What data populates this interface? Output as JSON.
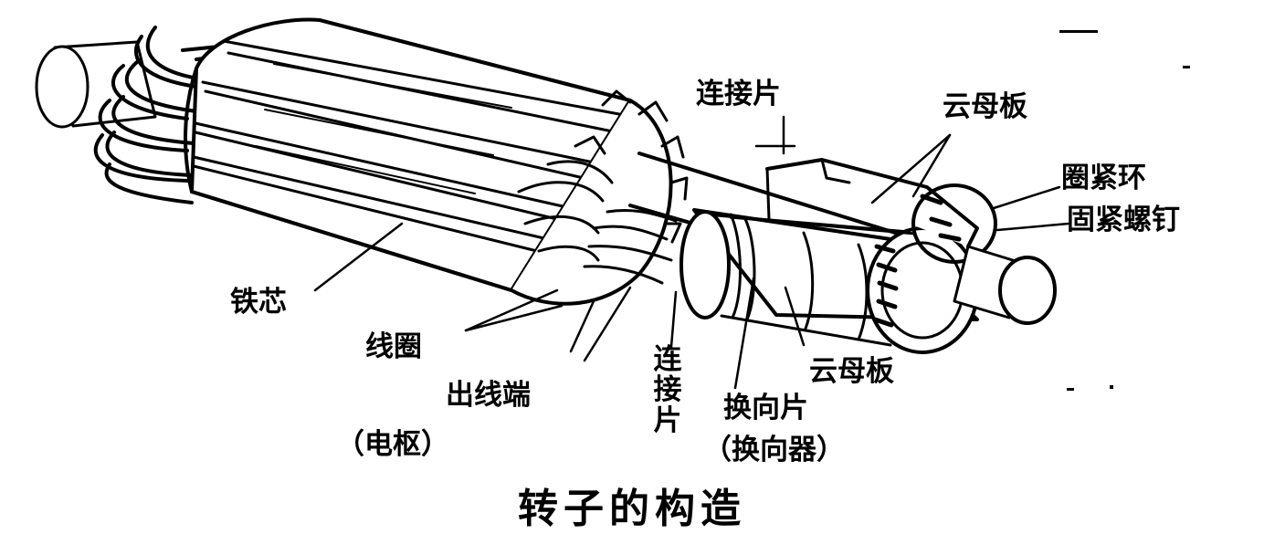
{
  "diagram": {
    "caption": "转子的构造",
    "labels": {
      "connector_top": "连接片",
      "mica_top": "云母板",
      "clamp_ring": "圈紧环",
      "clamp_screw": "固紧螺钉",
      "iron_core": "铁芯",
      "coil": "线圈",
      "lead_end": "出线端",
      "armature": "（电枢）",
      "connector_vertical": "连接片",
      "mica_bottom": "云母板",
      "commutator_segment": "换向片",
      "commutator": "（换向器）"
    }
  }
}
